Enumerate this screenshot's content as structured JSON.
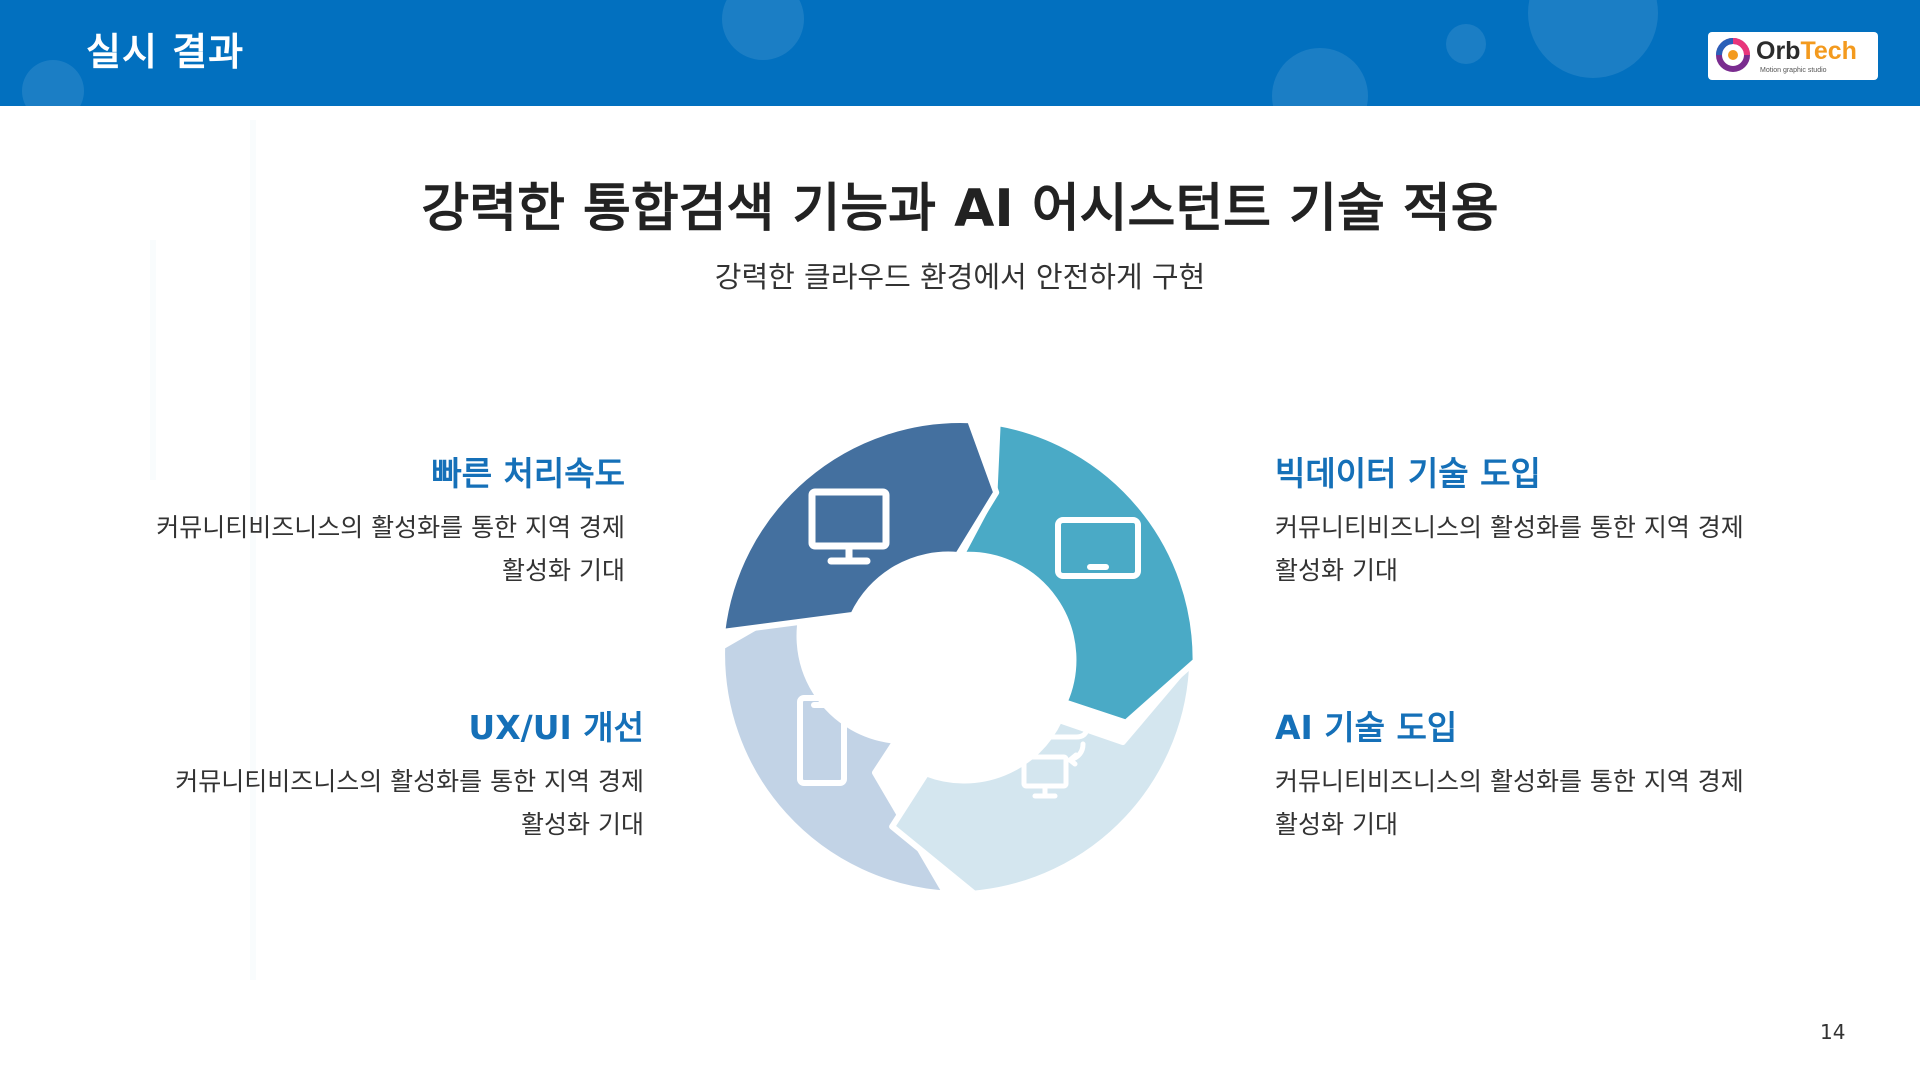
{
  "header": {
    "title": "실시 결과",
    "logo_text_a": "Orb",
    "logo_text_b": "Tech",
    "logo_subtext": "Motion graphic studio"
  },
  "main": {
    "title": "강력한 통합검색 기능과 AI 어시스턴트 기술 적용",
    "subtitle": "강력한 클라우드 환경에서 안전하게 구현"
  },
  "features": [
    {
      "title": "빠른 처리속도",
      "desc_line1": "커뮤니티비즈니스의 활성화를 통한 지역 경제",
      "desc_line2": "활성화 기대"
    },
    {
      "title": "빅데이터 기술 도입",
      "desc_line1": "커뮤니티비즈니스의 활성화를 통한 지역 경제",
      "desc_line2": "활성화 기대"
    },
    {
      "title": "UX/UI 개선",
      "desc_line1": "커뮤니티비즈니스의 활성화를 통한 지역 경제",
      "desc_line2": "활성화 기대"
    },
    {
      "title": "AI 기술 도입",
      "desc_line1": "커뮤니티비즈니스의 활성화를 통한 지역 경제",
      "desc_line2": "활성화 기대"
    }
  ],
  "cycle": {
    "segments": [
      {
        "icon": "desktop-monitor-icon",
        "color": "#44709f"
      },
      {
        "icon": "tablet-icon",
        "color": "#4aaac6"
      },
      {
        "icon": "cloud-sync-icon",
        "color": "#d4e6ef"
      },
      {
        "icon": "smartphone-icon",
        "color": "#c2d3e6"
      }
    ]
  },
  "colors": {
    "header_bg": "#0270bf",
    "accent": "#1570b8"
  },
  "page_number": "14"
}
